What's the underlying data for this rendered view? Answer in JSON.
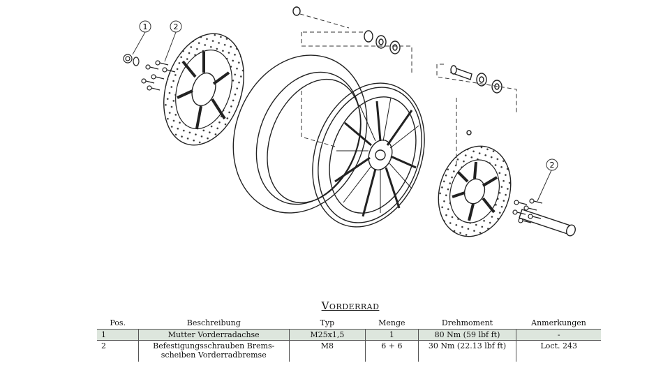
{
  "drawing": {
    "callouts": [
      "1",
      "2",
      "2"
    ]
  },
  "table": {
    "title": "Vorderrad",
    "headers": [
      "Pos.",
      "Beschreibung",
      "Typ",
      "Menge",
      "Drehmoment",
      "Anmerkungen"
    ],
    "rows": [
      [
        "1",
        "Mutter Vorderradachse",
        "M25x1,5",
        "1",
        "80 Nm (59 lbf ft)",
        "-"
      ],
      [
        "2",
        "Befestigungsschrauben Brems-scheiben Vorderradbremse",
        "M8",
        "6 + 6",
        "30 Nm (22.13 lbf ft)",
        "Loct. 243"
      ]
    ],
    "shaded_row_color": "#dde6dd"
  }
}
